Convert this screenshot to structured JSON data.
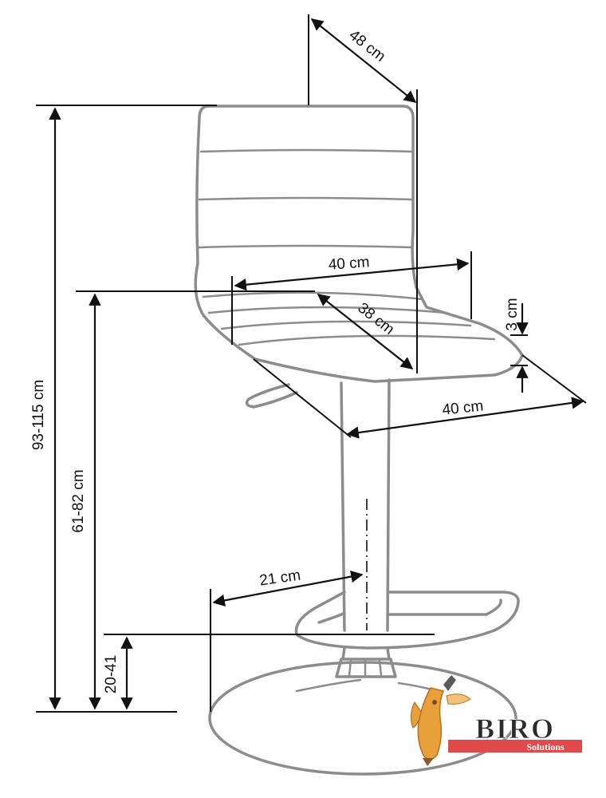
{
  "dimensions": {
    "backrest_depth": "48 cm",
    "total_height": "93-115 cm",
    "seat_height": "61-82 cm",
    "seat_width": "40 cm",
    "seat_diagonal": "38 cm",
    "seat_thickness": "3 cm",
    "seat_depth": "40 cm",
    "footrest_radius": "21 cm",
    "footrest_height": "20-41"
  },
  "logo": {
    "name": "BIRO",
    "tagline": "Solutions",
    "colors": {
      "text": "#2b2b2b",
      "band": "#e04a4a",
      "mascot": "#e8a03a"
    }
  },
  "colors": {
    "chair_outline": "#8c8c8c",
    "dimension_lines": "#111111"
  }
}
